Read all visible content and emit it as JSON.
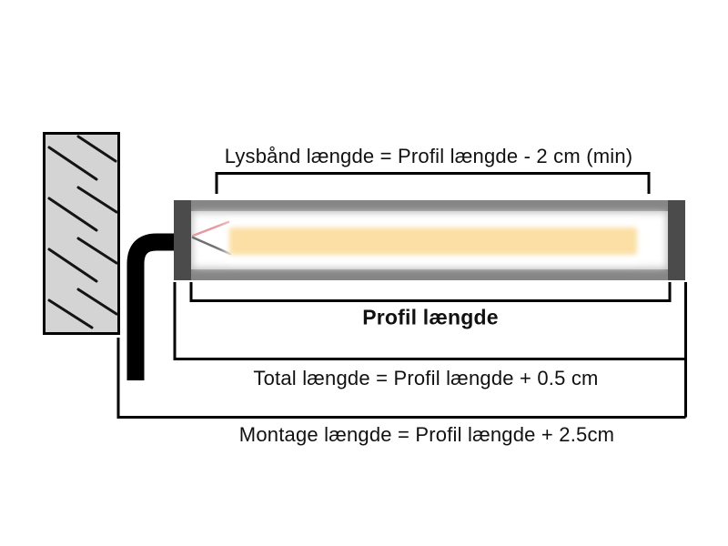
{
  "diagram": {
    "description": "LED profile length measurement diagram",
    "labels": {
      "lysband_laengde": "Lysbånd længde = Profil længde - 2 cm (min)",
      "profil_laengde": "Profil længde",
      "total_laengde": "Total længde = Profil længde + 0.5 cm",
      "montage_laengde": "Montage længde = Profil længde + 2.5cm"
    },
    "colors": {
      "background": "#ffffff",
      "text": "#111111",
      "line": "#000000",
      "wall_fill": "#d4d4d4",
      "hatch": "#141414",
      "cable": "#000000",
      "profile_rail": "#868686",
      "profile_endcap": "#4b4b4b",
      "diffuser_glow": "#ffffff",
      "led_strip": "#fbdfa5",
      "wire_pink": "#e59aa0",
      "wire_gray": "#707070"
    }
  }
}
